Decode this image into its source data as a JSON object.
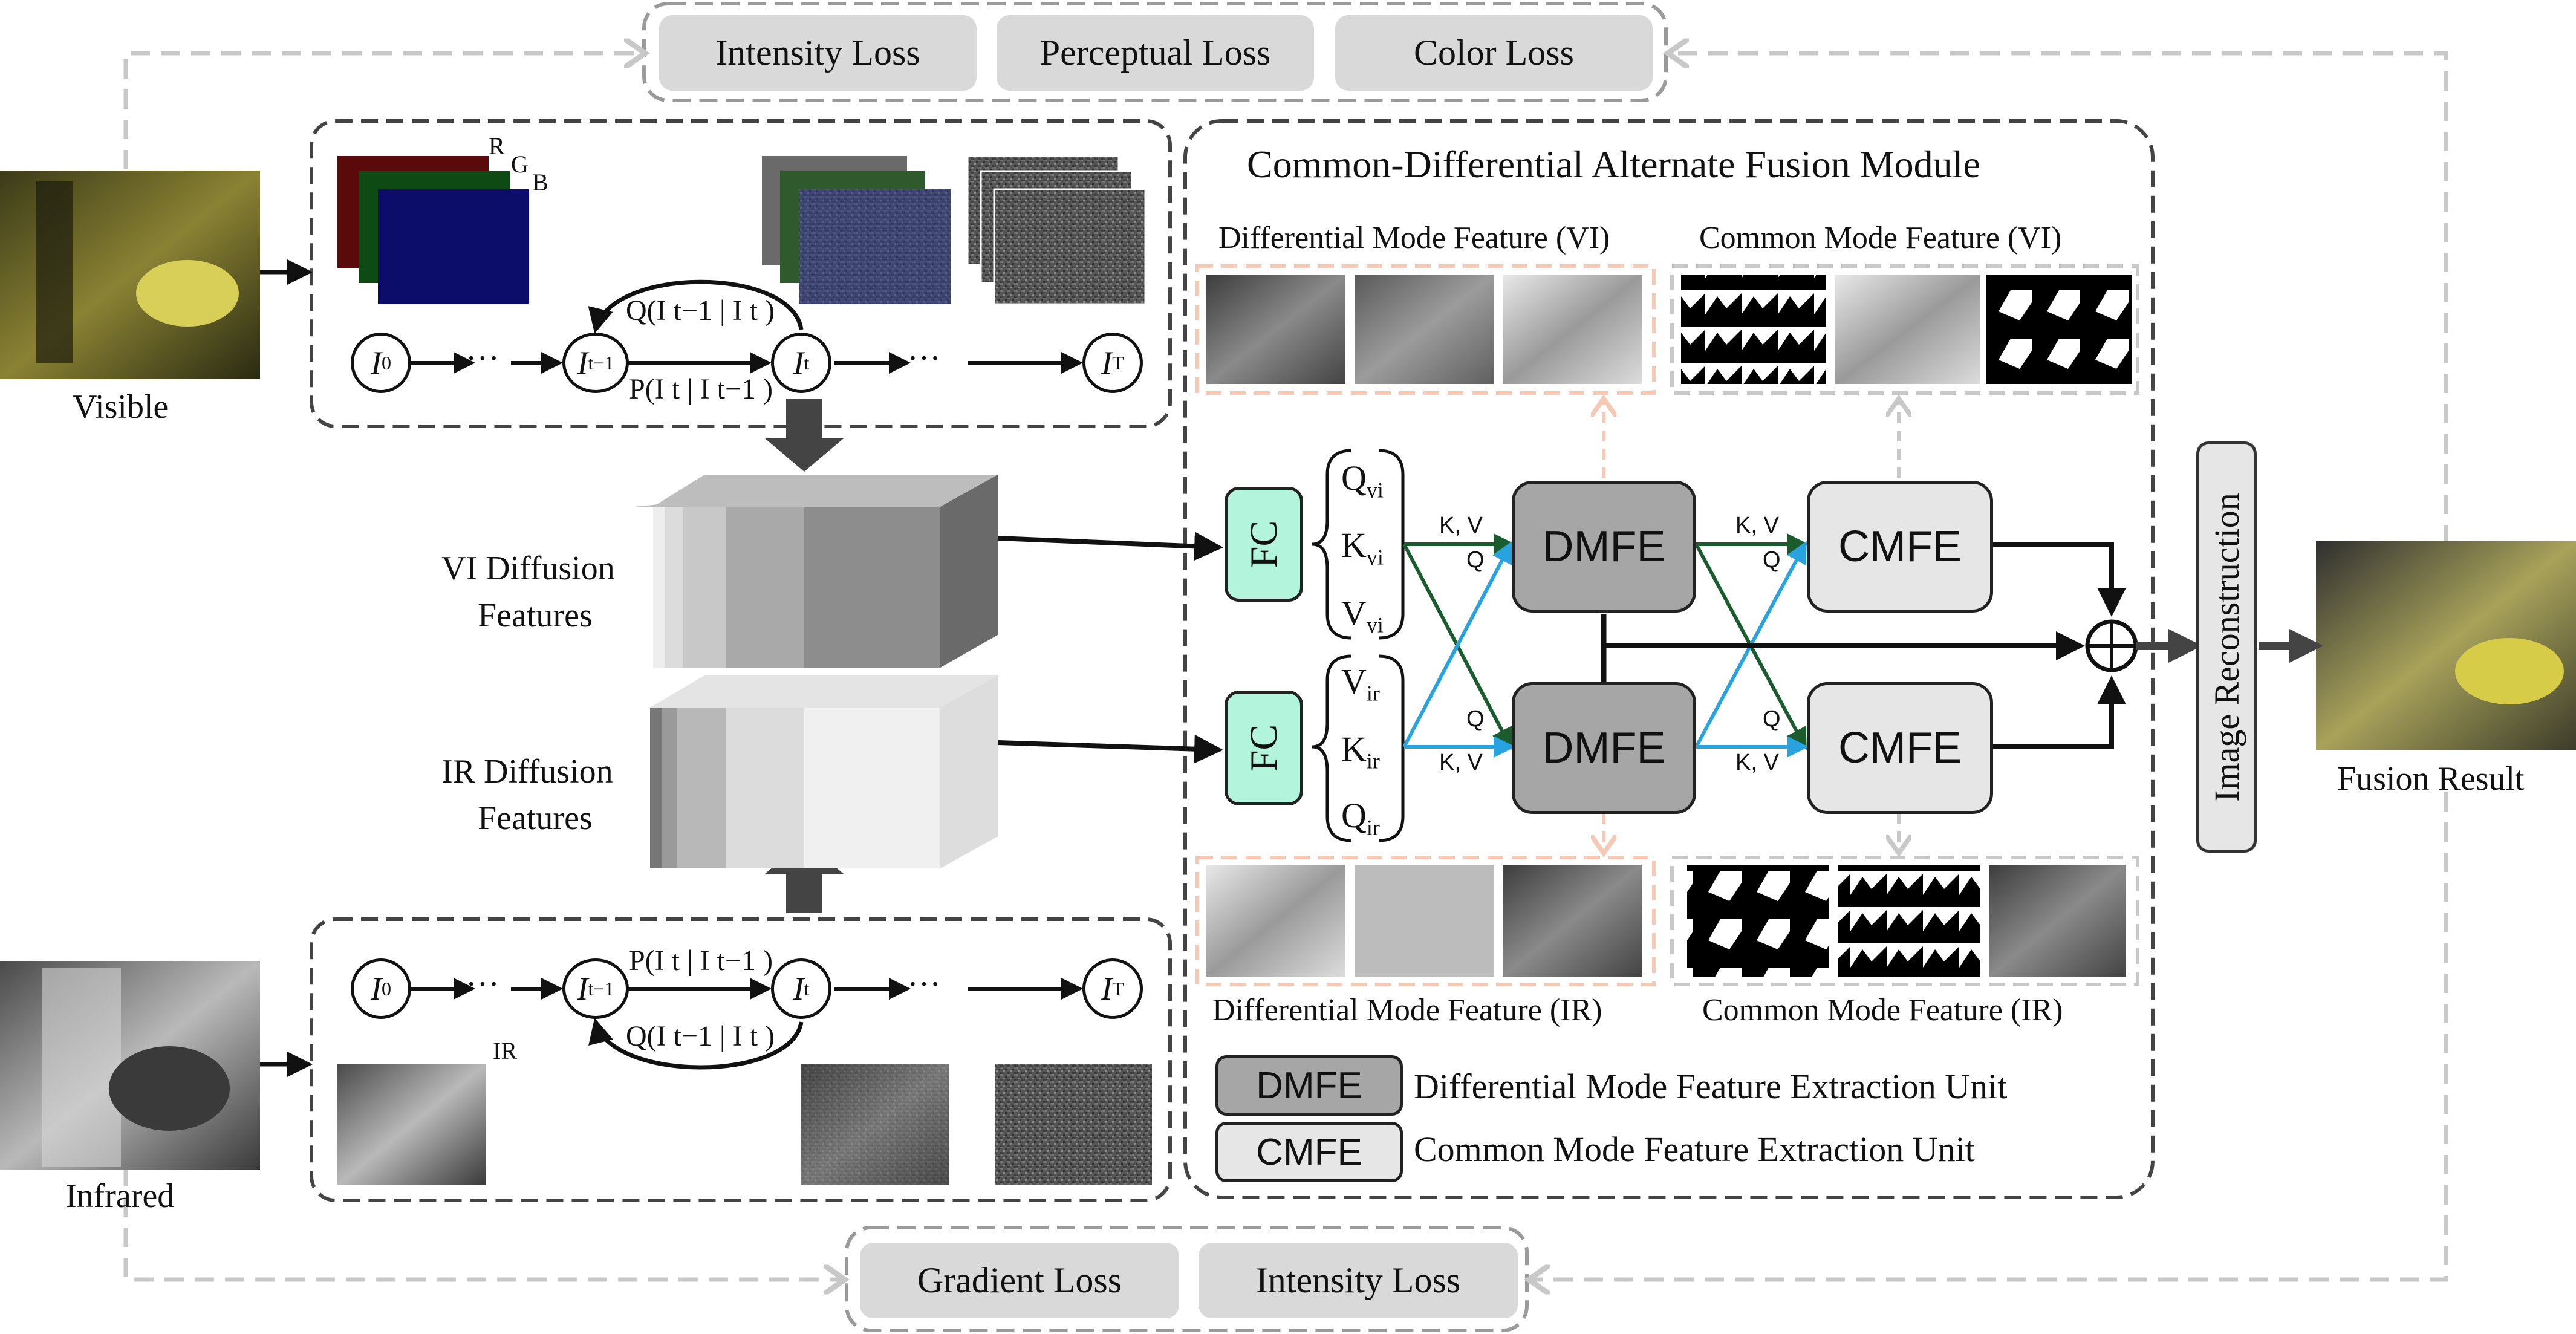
{
  "losses_top": [
    "Intensity Loss",
    "Perceptual Loss",
    "Color Loss"
  ],
  "losses_bottom": [
    "Gradient Loss",
    "Intensity Loss"
  ],
  "inputs": {
    "visible": "Visible",
    "infrared": "Infrared",
    "fusion": "Fusion Result"
  },
  "channel_tags": {
    "r": "R",
    "g": "G",
    "b": "B",
    "ir": "IR"
  },
  "chain": {
    "i0": "I",
    "i0_sub": "0",
    "itm1": "I",
    "itm1_sub": "t−1",
    "it": "I",
    "it_sub": "t",
    "iT": "I",
    "iT_sub": "T",
    "dots": "···",
    "q_label": "Q(I t−1 | I t )",
    "p_label": "P(I t | I t−1 )"
  },
  "features": {
    "vi_line1": "VI Diffusion",
    "vi_line2": "Features",
    "ir_line1": "IR Diffusion",
    "ir_line2": "Features"
  },
  "module_title": "Common-Differential Alternate Fusion Module",
  "mode_labels": {
    "diff_vi": "Differential Mode Feature (VI)",
    "common_vi": "Common Mode Feature (VI)",
    "diff_ir": "Differential Mode Feature (IR)",
    "common_ir": "Common Mode Feature (IR)"
  },
  "fc": "FC",
  "qkv_vi": [
    "Q",
    "K",
    "V"
  ],
  "qkv_vi_sub": [
    "vi",
    "vi",
    "vi"
  ],
  "qkv_ir": [
    "V",
    "K",
    "Q"
  ],
  "qkv_ir_sub": [
    "ir",
    "ir",
    "ir"
  ],
  "attn": {
    "kv": "K, V",
    "q": "Q"
  },
  "units": {
    "dmfe": "DMFE",
    "cmfe": "CMFE"
  },
  "recon": "Image Reconstruction",
  "legend": {
    "dmfe_desc": "Differential Mode Feature Extraction Unit",
    "cmfe_desc": "Common Mode Feature Extraction Unit"
  },
  "colors": {
    "fc_fill": "#b2f5dc",
    "dmfe_fill": "#a6a6a6",
    "cmfe_fill": "#e6e6e6",
    "green_arrow": "#1a5c2e",
    "blue_arrow": "#29a3e0",
    "loss_fill": "#d9d9d9",
    "peach_dash": "#f5c9b3"
  }
}
